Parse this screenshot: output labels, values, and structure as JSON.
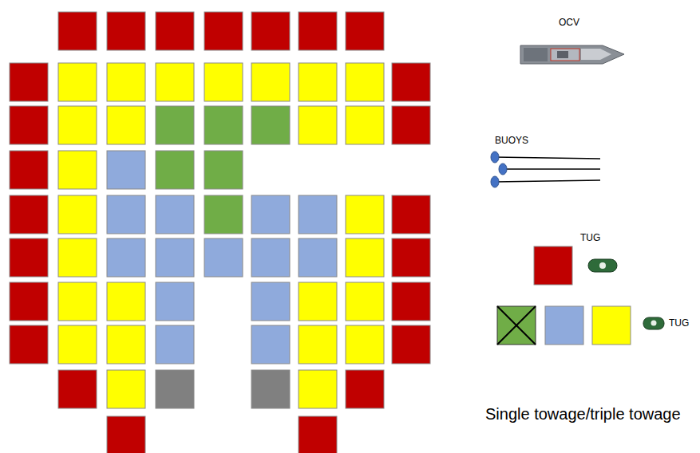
{
  "diagram": {
    "labels": [
      "OCV",
      "BUOYS",
      "TUG",
      "TUG",
      "Single towage/triple towage"
    ]
  }
}
